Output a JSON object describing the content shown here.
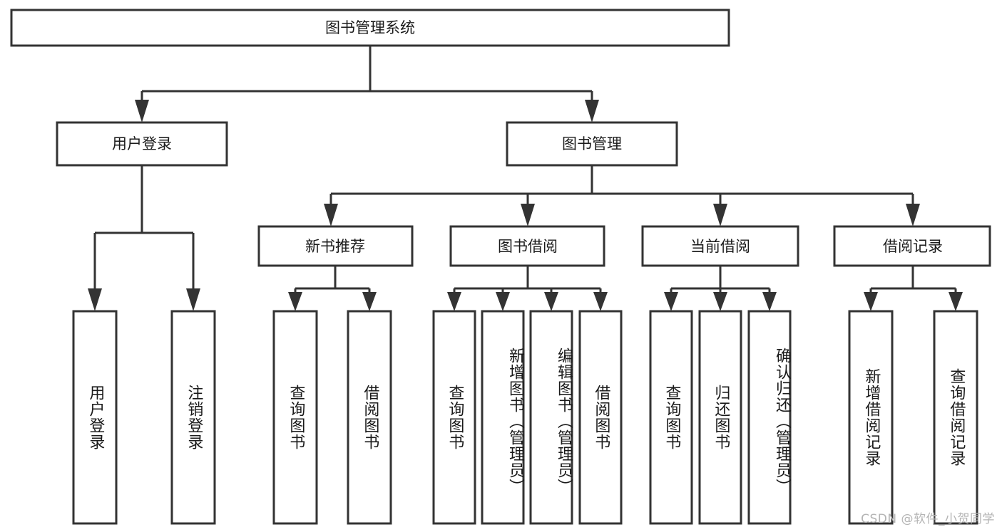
{
  "diagram": {
    "title": "图书管理系统",
    "type": "hierarchy-tree",
    "levels": 4,
    "colors": {
      "background": "#ffffff",
      "box_border": "#333333",
      "box_fill": "#ffffff",
      "connector": "#333333",
      "text": "#1a1a1a",
      "watermark": "#b4b4b4"
    },
    "root": {
      "label": "图书管理系统",
      "orientation": "horizontal"
    },
    "level2": [
      {
        "label": "用户登录",
        "orientation": "horizontal"
      },
      {
        "label": "图书管理",
        "orientation": "horizontal"
      }
    ],
    "level3": [
      {
        "label": "新书推荐",
        "orientation": "horizontal"
      },
      {
        "label": "图书借阅",
        "orientation": "horizontal"
      },
      {
        "label": "当前借阅",
        "orientation": "horizontal"
      },
      {
        "label": "借阅记录",
        "orientation": "horizontal"
      }
    ],
    "leaves": {
      "user_login": [
        {
          "label": "用户登录",
          "orientation": "vertical"
        },
        {
          "label": "注销登录",
          "orientation": "vertical"
        }
      ],
      "new_book_recommend": [
        {
          "label": "查询图书",
          "orientation": "vertical"
        },
        {
          "label": "借阅图书",
          "orientation": "vertical"
        }
      ],
      "book_borrow": [
        {
          "label": "查询图书",
          "orientation": "vertical"
        },
        {
          "label": "新增图书（管理员）",
          "orientation": "vertical"
        },
        {
          "label": "编辑图书（管理员）",
          "orientation": "vertical"
        },
        {
          "label": "借阅图书",
          "orientation": "vertical"
        }
      ],
      "current_borrow": [
        {
          "label": "查询图书",
          "orientation": "vertical"
        },
        {
          "label": "归还图书",
          "orientation": "vertical"
        },
        {
          "label": "确认归还（管理员）",
          "orientation": "vertical"
        }
      ],
      "borrow_record": [
        {
          "label": "新增借阅记录",
          "orientation": "vertical"
        },
        {
          "label": "查询借阅记录",
          "orientation": "vertical"
        }
      ]
    }
  },
  "watermark": {
    "text": "CSDN @软件_小贺同学"
  }
}
